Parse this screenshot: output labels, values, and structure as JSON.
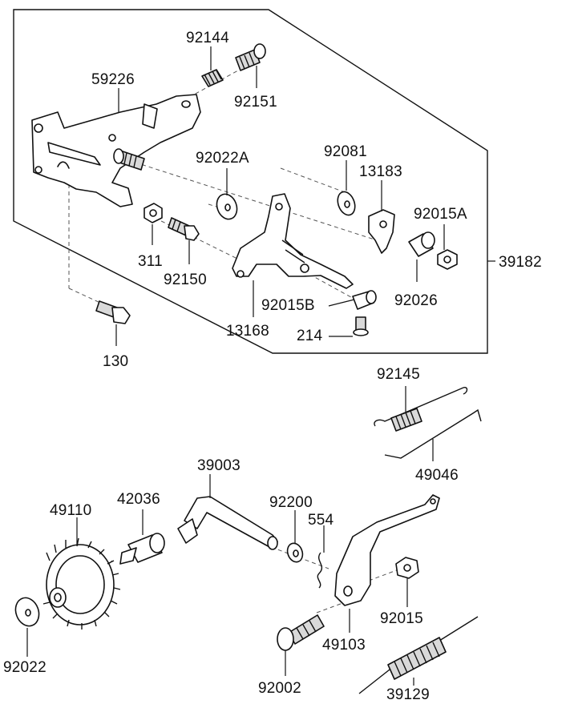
{
  "labels": {
    "l92144": "92144",
    "l59226": "59226",
    "l92151": "92151",
    "l92022A": "92022A",
    "l92081": "92081",
    "l13183": "13183",
    "l92015A": "92015A",
    "l39182": "39182",
    "l311": "311",
    "l92150": "92150",
    "l92015B": "92015B",
    "l92026": "92026",
    "l13168": "13168",
    "l214": "214",
    "l130": "130",
    "l92145": "92145",
    "l49046": "49046",
    "l39003": "39003",
    "l42036": "42036",
    "l49110": "49110",
    "l92200": "92200",
    "l554": "554",
    "l92015": "92015",
    "l49103": "49103",
    "l92022": "92022",
    "l92002": "92002",
    "l39129": "39129"
  }
}
